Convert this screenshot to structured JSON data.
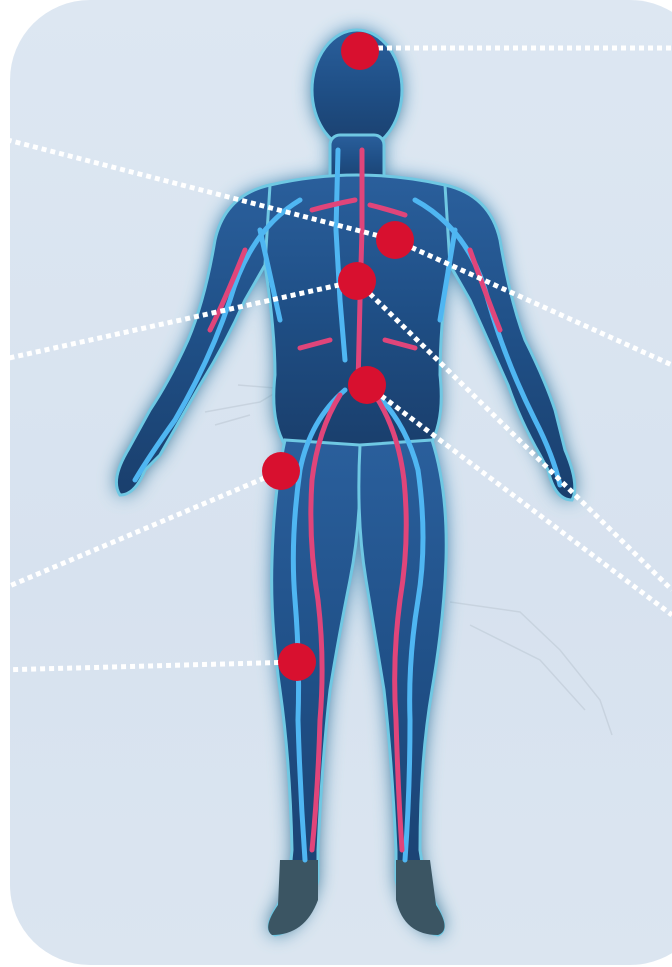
{
  "colors": {
    "panel_background": "#dce6f1",
    "body_fill": "#1f4f86",
    "body_glow": "#7fd0e6",
    "vein": "#4fb6f2",
    "artery": "#e0457a",
    "marker": "#d8102f",
    "leader_line": "#ffffff"
  },
  "markers": [
    {
      "id": "head"
    },
    {
      "id": "heart"
    },
    {
      "id": "upper-abdomen"
    },
    {
      "id": "lower-abdomen"
    },
    {
      "id": "hip"
    },
    {
      "id": "knee"
    }
  ]
}
